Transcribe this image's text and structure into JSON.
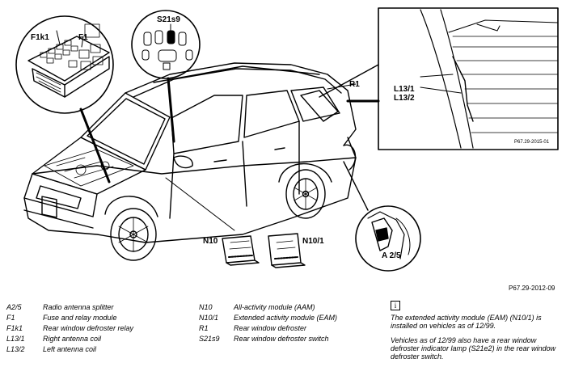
{
  "callouts": {
    "f1k1": "F1k1",
    "f1": "F1",
    "s21s9": "S21s9",
    "r1": "R1",
    "l13_1": "L13/1",
    "l13_2": "L13/2",
    "n10": "N10",
    "n10_1": "N10/1",
    "a2_5": "A 2/5",
    "inset_ref": "P67.29-2015-01"
  },
  "figure_ref": "P67.29-2012-09",
  "legend": {
    "left": [
      {
        "code": "A2/5",
        "desc": "Radio antenna splitter"
      },
      {
        "code": "F1",
        "desc": "Fuse and relay module"
      },
      {
        "code": "F1k1",
        "desc": "Rear window defroster relay"
      },
      {
        "code": "L13/1",
        "desc": "Right antenna coil"
      },
      {
        "code": "L13/2",
        "desc": "Left antenna coil"
      }
    ],
    "middle": [
      {
        "code": "N10",
        "desc": "All-activity module (AAM)"
      },
      {
        "code": "N10/1",
        "desc": "Extended activity module (EAM)"
      },
      {
        "code": "R1",
        "desc": "Rear window defroster"
      },
      {
        "code": "S21s9",
        "desc": "Rear window defroster switch"
      }
    ]
  },
  "note": {
    "icon": "info-icon",
    "icon_glyph": "i",
    "paragraph1": "The extended activity module (EAM) (N10/1) is installed on vehicles as of 12/99.",
    "paragraph2": "Vehicles as of 12/99 also have a rear window defroster indicator lamp (S21e2) in the rear window defroster switch."
  }
}
